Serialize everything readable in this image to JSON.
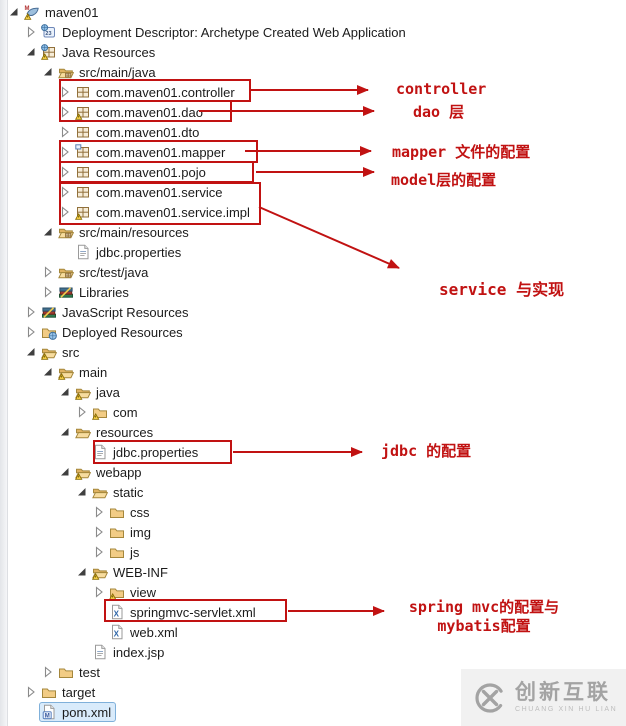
{
  "colors": {
    "annotation_red": "#c11212",
    "selection_bg": "#d9ebfb",
    "selection_border": "#7fb0da",
    "folder_tan": "#f2cc85",
    "watermark_gray": "#a3a3a3"
  },
  "tree": {
    "rows": [
      {
        "label": "maven01",
        "level": 0,
        "expander": "open",
        "icon": "maven-project-icon",
        "selected": false
      },
      {
        "label": "Deployment Descriptor: Archetype Created Web Application",
        "level": 1,
        "expander": "closed",
        "icon": "deployment-descriptor-icon",
        "selected": false
      },
      {
        "label": "Java Resources",
        "level": 1,
        "expander": "open",
        "icon": "java-resources-icon",
        "selected": false
      },
      {
        "label": "src/main/java",
        "level": 2,
        "expander": "open",
        "icon": "source-folder-icon",
        "selected": false
      },
      {
        "label": "com.maven01.controller",
        "level": 3,
        "expander": "closed",
        "icon": "package-icon",
        "selected": false
      },
      {
        "label": "com.maven01.dao",
        "level": 3,
        "expander": "closed",
        "icon": "package-warning-icon",
        "selected": false
      },
      {
        "label": "com.maven01.dto",
        "level": 3,
        "expander": "closed",
        "icon": "package-icon",
        "selected": false
      },
      {
        "label": "com.maven01.mapper",
        "level": 3,
        "expander": "closed",
        "icon": "mapper-package-icon",
        "selected": false
      },
      {
        "label": "com.maven01.pojo",
        "level": 3,
        "expander": "closed",
        "icon": "package-icon",
        "selected": false
      },
      {
        "label": "com.maven01.service",
        "level": 3,
        "expander": "closed",
        "icon": "package-icon",
        "selected": false
      },
      {
        "label": "com.maven01.service.impl",
        "level": 3,
        "expander": "closed",
        "icon": "package-warning-icon",
        "selected": false
      },
      {
        "label": "src/main/resources",
        "level": 2,
        "expander": "open",
        "icon": "source-folder-icon",
        "selected": false
      },
      {
        "label": "jdbc.properties",
        "level": 3,
        "expander": "none",
        "icon": "properties-file-icon",
        "selected": false
      },
      {
        "label": "src/test/java",
        "level": 2,
        "expander": "closed",
        "icon": "source-folder-icon",
        "selected": false
      },
      {
        "label": "Libraries",
        "level": 2,
        "expander": "closed",
        "icon": "library-icon",
        "selected": false
      },
      {
        "label": "JavaScript Resources",
        "level": 1,
        "expander": "closed",
        "icon": "library-icon",
        "selected": false
      },
      {
        "label": "Deployed Resources",
        "level": 1,
        "expander": "closed",
        "icon": "deployed-folder-icon",
        "selected": false
      },
      {
        "label": "src",
        "level": 1,
        "expander": "open",
        "icon": "folder-open-warning-icon",
        "selected": false
      },
      {
        "label": "main",
        "level": 2,
        "expander": "open",
        "icon": "folder-open-warning-icon",
        "selected": false
      },
      {
        "label": "java",
        "level": 3,
        "expander": "open",
        "icon": "folder-open-warning-icon",
        "selected": false
      },
      {
        "label": "com",
        "level": 4,
        "expander": "closed",
        "icon": "folder-warning-icon",
        "selected": false
      },
      {
        "label": "resources",
        "level": 3,
        "expander": "open",
        "icon": "folder-open-icon",
        "selected": false
      },
      {
        "label": "jdbc.properties",
        "level": 4,
        "expander": "none",
        "icon": "properties-file-icon",
        "selected": false
      },
      {
        "label": "webapp",
        "level": 3,
        "expander": "open",
        "icon": "folder-open-warning-icon",
        "selected": false
      },
      {
        "label": "static",
        "level": 4,
        "expander": "open",
        "icon": "folder-open-icon",
        "selected": false
      },
      {
        "label": "css",
        "level": 5,
        "expander": "closed",
        "icon": "folder-icon",
        "selected": false
      },
      {
        "label": "img",
        "level": 5,
        "expander": "closed",
        "icon": "folder-icon",
        "selected": false
      },
      {
        "label": "js",
        "level": 5,
        "expander": "closed",
        "icon": "folder-icon",
        "selected": false
      },
      {
        "label": "WEB-INF",
        "level": 4,
        "expander": "open",
        "icon": "folder-open-warning-icon",
        "selected": false
      },
      {
        "label": "view",
        "level": 5,
        "expander": "closed",
        "icon": "folder-warning-icon",
        "selected": false
      },
      {
        "label": "springmvc-servlet.xml",
        "level": 5,
        "expander": "none",
        "icon": "xml-file-icon",
        "selected": false
      },
      {
        "label": "web.xml",
        "level": 5,
        "expander": "none",
        "icon": "xml-file-icon",
        "selected": false
      },
      {
        "label": "index.jsp",
        "level": 4,
        "expander": "none",
        "icon": "jsp-file-icon",
        "selected": false
      },
      {
        "label": "test",
        "level": 2,
        "expander": "closed",
        "icon": "folder-icon",
        "selected": false
      },
      {
        "label": "target",
        "level": 1,
        "expander": "closed",
        "icon": "folder-icon",
        "selected": false
      },
      {
        "label": "pom.xml",
        "level": 1,
        "expander": "none",
        "icon": "pom-file-icon",
        "selected": true
      }
    ]
  },
  "annotations": [
    {
      "id": "controller",
      "text": "controller"
    },
    {
      "id": "dao",
      "text": "dao 层"
    },
    {
      "id": "mapper",
      "text": "mapper 文件的配置"
    },
    {
      "id": "pojo",
      "text": "model层的配置"
    },
    {
      "id": "service",
      "text": "service 与实现"
    },
    {
      "id": "jdbc",
      "text": "jdbc 的配置"
    },
    {
      "id": "springmvc",
      "text": "spring mvc的配置与\nmybatis配置"
    }
  ],
  "watermark": {
    "brand_cn": "创新互联",
    "brand_en": "CHUANG XIN HU LIAN"
  }
}
